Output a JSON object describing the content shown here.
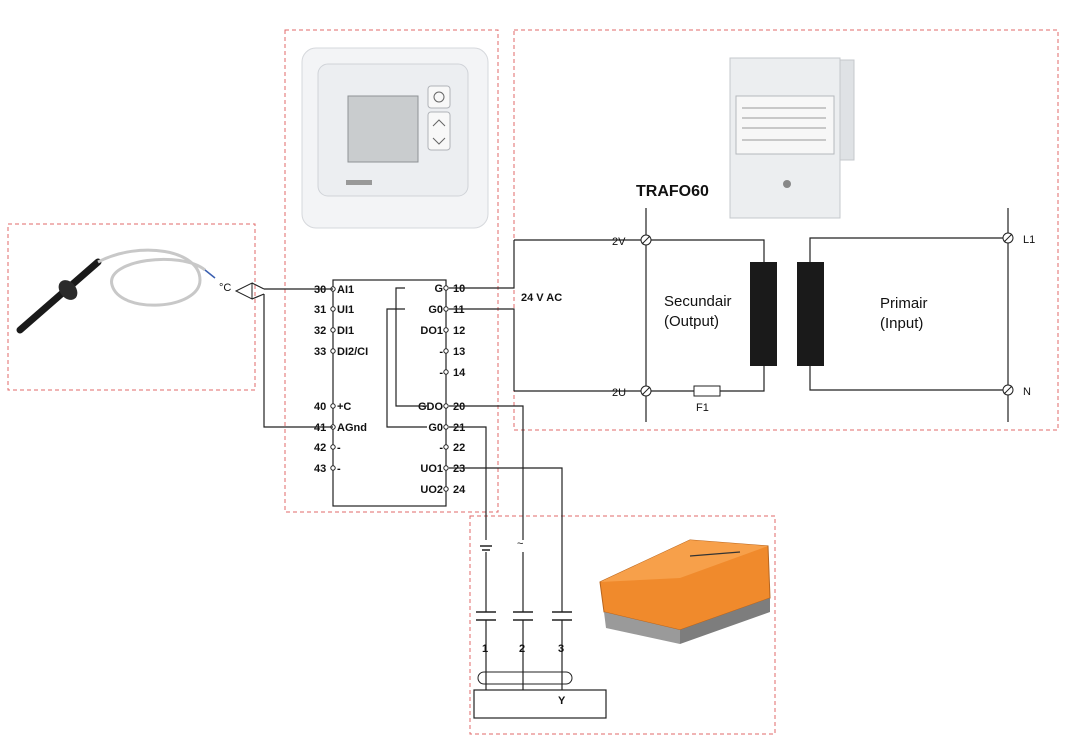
{
  "transformer": {
    "title": "TRAFO60",
    "secondary_top": "2V",
    "secondary_bottom": "2U",
    "primary_top": "L1",
    "primary_bottom": "N",
    "fuse": "F1",
    "secondary_label": "Secundair",
    "secondary_sub": "(Output)",
    "primary_label": "Primair",
    "primary_sub": "(Input)"
  },
  "supply_label": "24 V AC",
  "sensor_symbol": "°C",
  "controller": {
    "left_terminals": [
      {
        "num": "30",
        "name": "AI1"
      },
      {
        "num": "31",
        "name": "UI1"
      },
      {
        "num": "32",
        "name": "DI1"
      },
      {
        "num": "33",
        "name": "DI2/CI"
      },
      {
        "num": "40",
        "name": "+C"
      },
      {
        "num": "41",
        "name": "AGnd"
      },
      {
        "num": "42",
        "name": "-"
      },
      {
        "num": "43",
        "name": "-"
      }
    ],
    "right_terminals": [
      {
        "num": "10",
        "name": "G"
      },
      {
        "num": "11",
        "name": "G0"
      },
      {
        "num": "12",
        "name": "DO1"
      },
      {
        "num": "13",
        "name": "-"
      },
      {
        "num": "14",
        "name": "-"
      },
      {
        "num": "20",
        "name": "GDO"
      },
      {
        "num": "21",
        "name": "G0"
      },
      {
        "num": "22",
        "name": "-"
      },
      {
        "num": "23",
        "name": "UO1"
      },
      {
        "num": "24",
        "name": "UO2"
      }
    ]
  },
  "actuator": {
    "wire_numbers": [
      "1",
      "2",
      "3"
    ],
    "signal_label": "Y",
    "wire_symbols": [
      "⊥",
      "~"
    ]
  },
  "colors": {
    "frame": "#e06a6a",
    "wire": "#222222",
    "coil": "#1a1a1a",
    "actuator": "#f08a2c"
  }
}
